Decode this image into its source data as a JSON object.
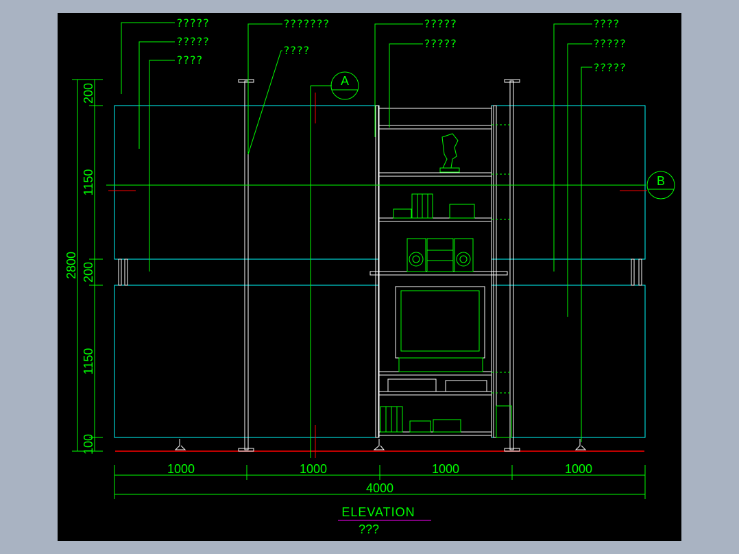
{
  "drawing": {
    "colors": {
      "background": "#000000",
      "frame": "#a9b3c2",
      "cyan": "#00ffff",
      "green": "#00ff00",
      "red": "#ff0000",
      "white": "#ffffff",
      "magenta": "#ff00ff"
    },
    "callouts": [
      {
        "id": "c1",
        "text": "?????"
      },
      {
        "id": "c2",
        "text": "?????"
      },
      {
        "id": "c3",
        "text": "????"
      },
      {
        "id": "c4",
        "text": "???????"
      },
      {
        "id": "c5",
        "text": "????"
      },
      {
        "id": "c6",
        "text": "?????"
      },
      {
        "id": "c7",
        "text": "?????"
      },
      {
        "id": "c8",
        "text": "????"
      },
      {
        "id": "c9",
        "text": "?????"
      },
      {
        "id": "c10",
        "text": "?????"
      }
    ],
    "section_markers": [
      {
        "id": "marker-a",
        "text": "A"
      },
      {
        "id": "marker-b",
        "text": "B"
      }
    ],
    "vertical_dims": {
      "total": "2800",
      "segments": [
        "200",
        "1150",
        "200",
        "1150",
        "100"
      ]
    },
    "horizontal_dims": {
      "segments": [
        "1000",
        "1000",
        "1000",
        "1000"
      ],
      "total": "4000"
    },
    "title": "ELEVATION",
    "subtitle": "???"
  }
}
